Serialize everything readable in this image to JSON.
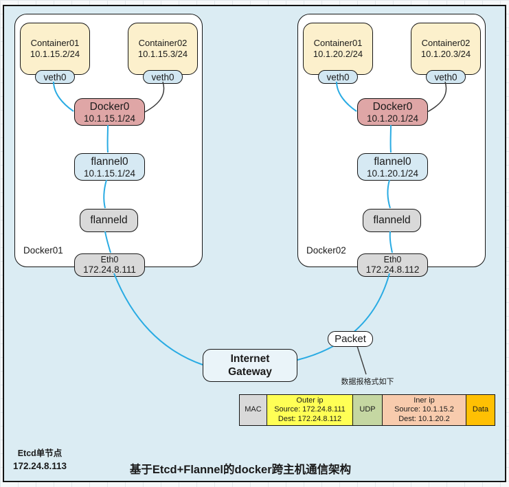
{
  "title": "基于Etcd+Flannel的docker跨主机通信架构",
  "etcd_note": {
    "line1": "Etcd单节点",
    "line2": "172.24.8.113"
  },
  "hosts": [
    {
      "name": "Docker01",
      "containers": [
        {
          "name": "Container01",
          "ip": "10.1.15.2/24",
          "iface": "veth0"
        },
        {
          "name": "Container02",
          "ip": "10.1.15.3/24",
          "iface": "veth0"
        }
      ],
      "docker0": {
        "label": "Docker0",
        "ip": "10.1.15.1/24"
      },
      "flannel0": {
        "label": "flannel0",
        "ip": "10.1.15.1/24"
      },
      "flanneld": {
        "label": "flanneld"
      },
      "eth0": {
        "label": "Eth0",
        "ip": "172.24.8.111"
      }
    },
    {
      "name": "Docker02",
      "containers": [
        {
          "name": "Container01",
          "ip": "10.1.20.2/24",
          "iface": "veth0"
        },
        {
          "name": "Container02",
          "ip": "10.1.20.3/24",
          "iface": "veth0"
        }
      ],
      "docker0": {
        "label": "Docker0",
        "ip": "10.1.20.1/24"
      },
      "flannel0": {
        "label": "flannel0",
        "ip": "10.1.20.1/24"
      },
      "flanneld": {
        "label": "flanneld"
      },
      "eth0": {
        "label": "Eth0",
        "ip": "172.24.8.112"
      }
    }
  ],
  "gateway": {
    "line1": "Internet",
    "line2": "Gateway"
  },
  "packet": {
    "label": "Packet",
    "note": "数据报格式如下"
  },
  "packet_table": {
    "mac": "MAC",
    "outer": {
      "title": "Outer ip",
      "source": "Source:  172.24.8.111",
      "dest": "Dest:  172.24.8.112"
    },
    "udp": "UDP",
    "iner": {
      "title": "Iner ip",
      "source": "Source:  10.1.15.2",
      "dest": "Dest:  10.1.20.2"
    },
    "data": "Data"
  },
  "colors": {
    "canvas": "#dbecf3",
    "container_fill": "#fcf0cc",
    "docker0_fill": "#dfa6a6",
    "flannel_fill": "#d6e9f3",
    "gray_fill": "#d9d9d9",
    "link_blue": "#29abe3",
    "link_dark": "#3a3a3a",
    "cell_mac": "#d9d9d9",
    "cell_outer": "#ffff55",
    "cell_udp": "#c5d7a2",
    "cell_iner": "#f8cbad",
    "cell_data": "#ffc003"
  }
}
